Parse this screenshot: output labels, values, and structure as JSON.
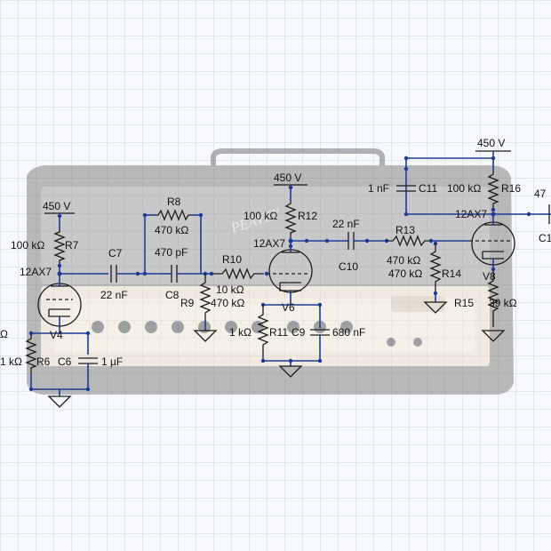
{
  "labels": {
    "supply_left": "450 V",
    "supply_mid": "450 V",
    "supply_right": "450 V",
    "r7_value": "100 kΩ",
    "r7_name": "R7",
    "v4_type": "12AX7",
    "v4_name": "V4",
    "r6_value": "1 kΩ",
    "r6_name": "R6",
    "c6_name": "C6",
    "c6_value": "1 µF",
    "c7_name": "C7",
    "c7_value": "22 nF",
    "r8_name": "R8",
    "r8_value": "470 kΩ",
    "c8_value": "470 pF",
    "c8_name": "C8",
    "r9_name": "R9",
    "r9_value": "470 kΩ",
    "r10_name": "R10",
    "r10_value": "10 kΩ",
    "r12_value": "100 kΩ",
    "r12_name": "R12",
    "v6_type": "12AX7",
    "v6_name": "V6",
    "r11_value": "1 kΩ",
    "r11_name": "R11",
    "c9_name": "C9",
    "c9_value": "680 nF",
    "c10_value": "22 nF",
    "c10_name": "C10",
    "c11_value": "1 nF",
    "c11_name": "C11",
    "r16_value": "100 kΩ",
    "r16_name": "R16",
    "v8_type": "12AX7",
    "v8_name": "V8",
    "r13_name": "R13",
    "r13_value": "470 kΩ",
    "r14_value": "470 kΩ",
    "r14_name": "R14",
    "r15_name": "R15",
    "r15_value": "39 kΩ",
    "edge_left_1": "Ω",
    "edge_left_2": "1 kΩ",
    "edge_right_1": "47",
    "edge_right_2": "C1"
  },
  "amp_photo": {
    "logo_text": "PEAVEY"
  },
  "colors": {
    "wire": "#1f3a93",
    "component": "#1c1c1c",
    "grid": "#e1e5ee",
    "background": "#f7f8fb"
  }
}
